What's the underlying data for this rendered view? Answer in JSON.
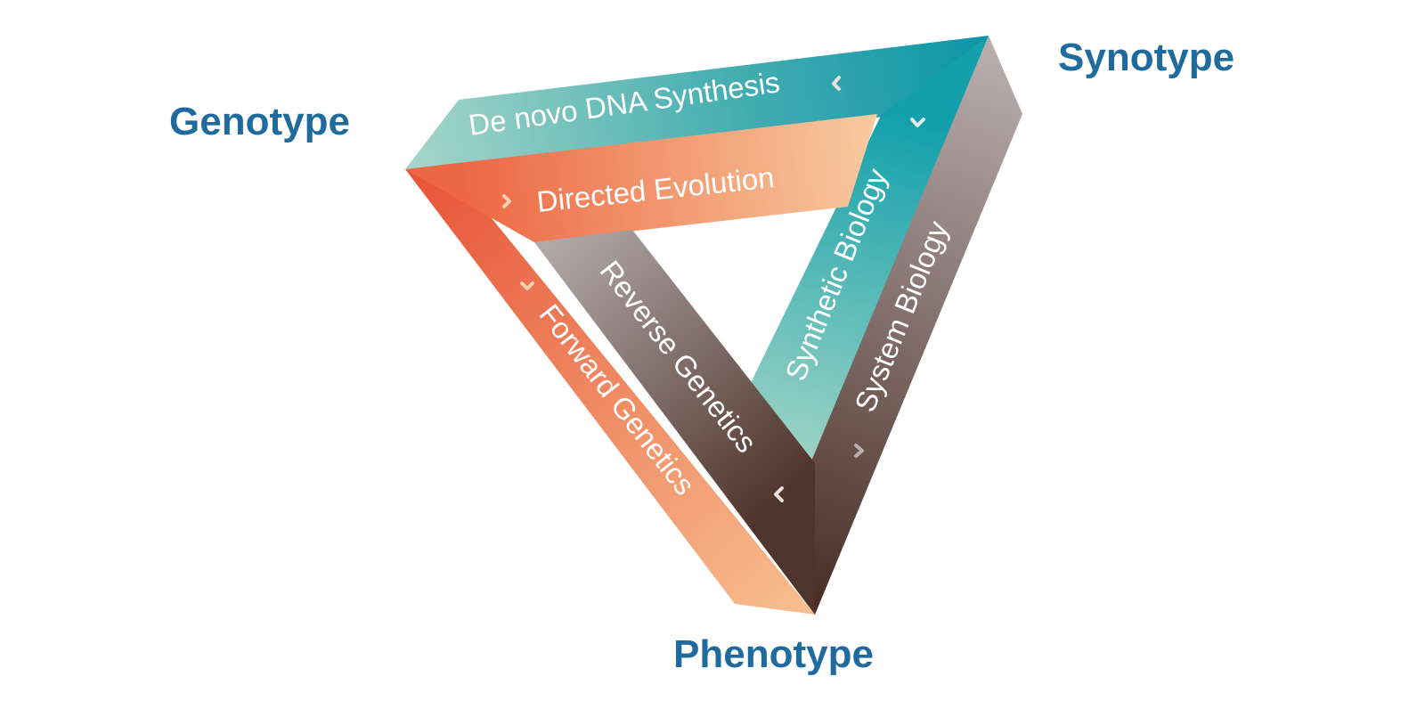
{
  "nodes": {
    "genotype": "Genotype",
    "synotype": "Synotype",
    "phenotype": "Phenotype"
  },
  "bands": {
    "de_novo": "De novo DNA Synthesis",
    "directed_evolution": "Directed Evolution",
    "synthetic_biology": "Synthetic Biology",
    "system_biology": "System Biology",
    "reverse_genetics": "Reverse Genetics",
    "forward_genetics": "Forward Genetics"
  },
  "colors": {
    "label": "#1f6b9e",
    "teal_light": "#9bd2c4",
    "teal_dark": "#0e97a8",
    "orange_dark": "#e85a3a",
    "orange_light": "#f8c89a",
    "brown_light": "#b1a6a6",
    "brown_dark": "#4a3028"
  }
}
